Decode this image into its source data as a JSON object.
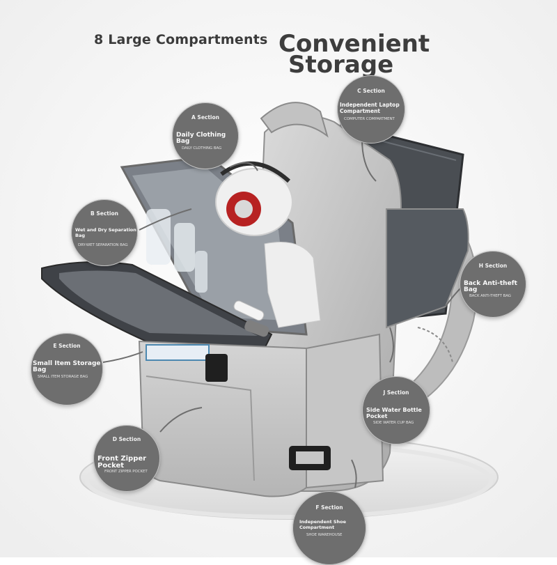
{
  "headline": {
    "subtitle": "8 Large Compartments",
    "title_line1": "Convenient",
    "title_line2": "Storage"
  },
  "callouts": [
    {
      "section": "A Section",
      "name": "Daily Clothing Bag",
      "sub": "DAILY CLOTHING BAG"
    },
    {
      "section": "B Section",
      "name": "Wet and Dry Separation Bag",
      "sub": "DRY-WET SEPARATION BAG"
    },
    {
      "section": "C Section",
      "name": "Independent Laptop Compartment",
      "sub": "COMPUTER COMPARTMENT"
    },
    {
      "section": "H Section",
      "name": "Back Anti-theft Bag",
      "sub": "BACK ANTI-THEFT BAG"
    },
    {
      "section": "E Section",
      "name": "Small Item Storage Bag",
      "sub": "SMALL ITEM STORAGE BAG"
    },
    {
      "section": "J Section",
      "name": "Side Water Bottle Pocket",
      "sub": "SIDE WATER CUP BAG"
    },
    {
      "section": "D Section",
      "name": "Front Zipper Pocket",
      "sub": "FRONT ZIPPER POCKET"
    },
    {
      "section": "F Section",
      "name": "Independent Shoe Compartment",
      "sub": "SHOE WAREHOUSE"
    }
  ],
  "colors": {
    "callout_fill": "#6e6e6e",
    "headline_text": "#3d3d3d",
    "backpack": "#c9c9c9"
  }
}
